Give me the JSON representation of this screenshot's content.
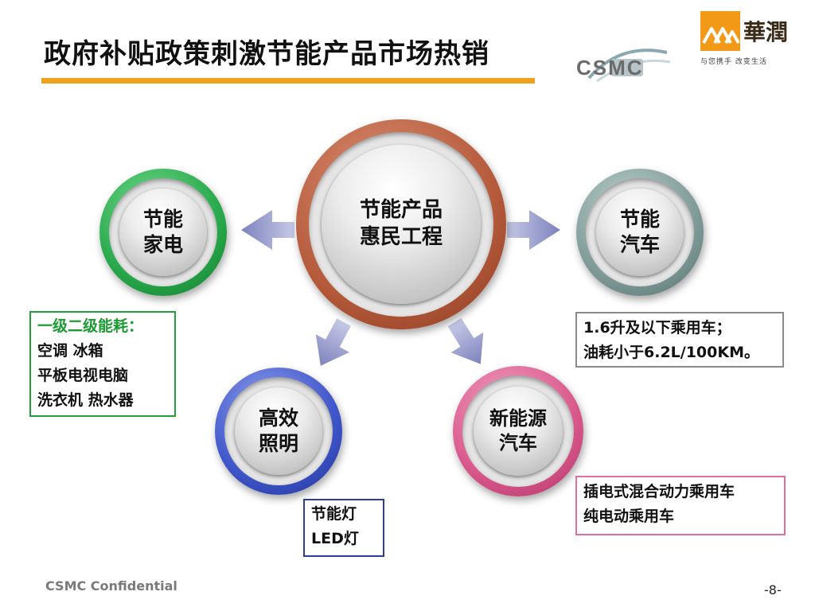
{
  "title": "政府补贴政策刺激节能产品市场热销",
  "colors": {
    "title_bar": "#f0a21e",
    "center": "#b55a3b",
    "home_appliances": "#27a84a",
    "vehicles": "#7f9a97",
    "lighting": "#3e55c8",
    "new_energy": "#d9578b",
    "arrow": "#8a8fc4"
  },
  "logos": {
    "csmc": "CSMC",
    "cr": "華潤",
    "cr_slogan": "与您携手 改变生活"
  },
  "center": {
    "line1": "节能产品",
    "line2": "惠民工程"
  },
  "nodes": {
    "home_appliances": {
      "line1": "节能",
      "line2": "家电",
      "box_heading": "一级二级能耗：",
      "box_lines": [
        "空调  冰箱",
        "平板电视电脑",
        "洗衣机 热水器"
      ]
    },
    "vehicles": {
      "line1": "节能",
      "line2": "汽车",
      "box_lines": [
        "1.6升及以下乘用车；",
        "油耗小于6.2L/100KM。"
      ]
    },
    "lighting": {
      "line1": "高效",
      "line2": "照明",
      "box_lines": [
        "节能灯",
        "LED灯"
      ]
    },
    "new_energy": {
      "line1": "新能源",
      "line2": "汽车",
      "box_lines": [
        "插电式混合动力乘用车",
        "纯电动乘用车"
      ]
    }
  },
  "footer": "CSMC Confidential",
  "page_number": "-8-"
}
